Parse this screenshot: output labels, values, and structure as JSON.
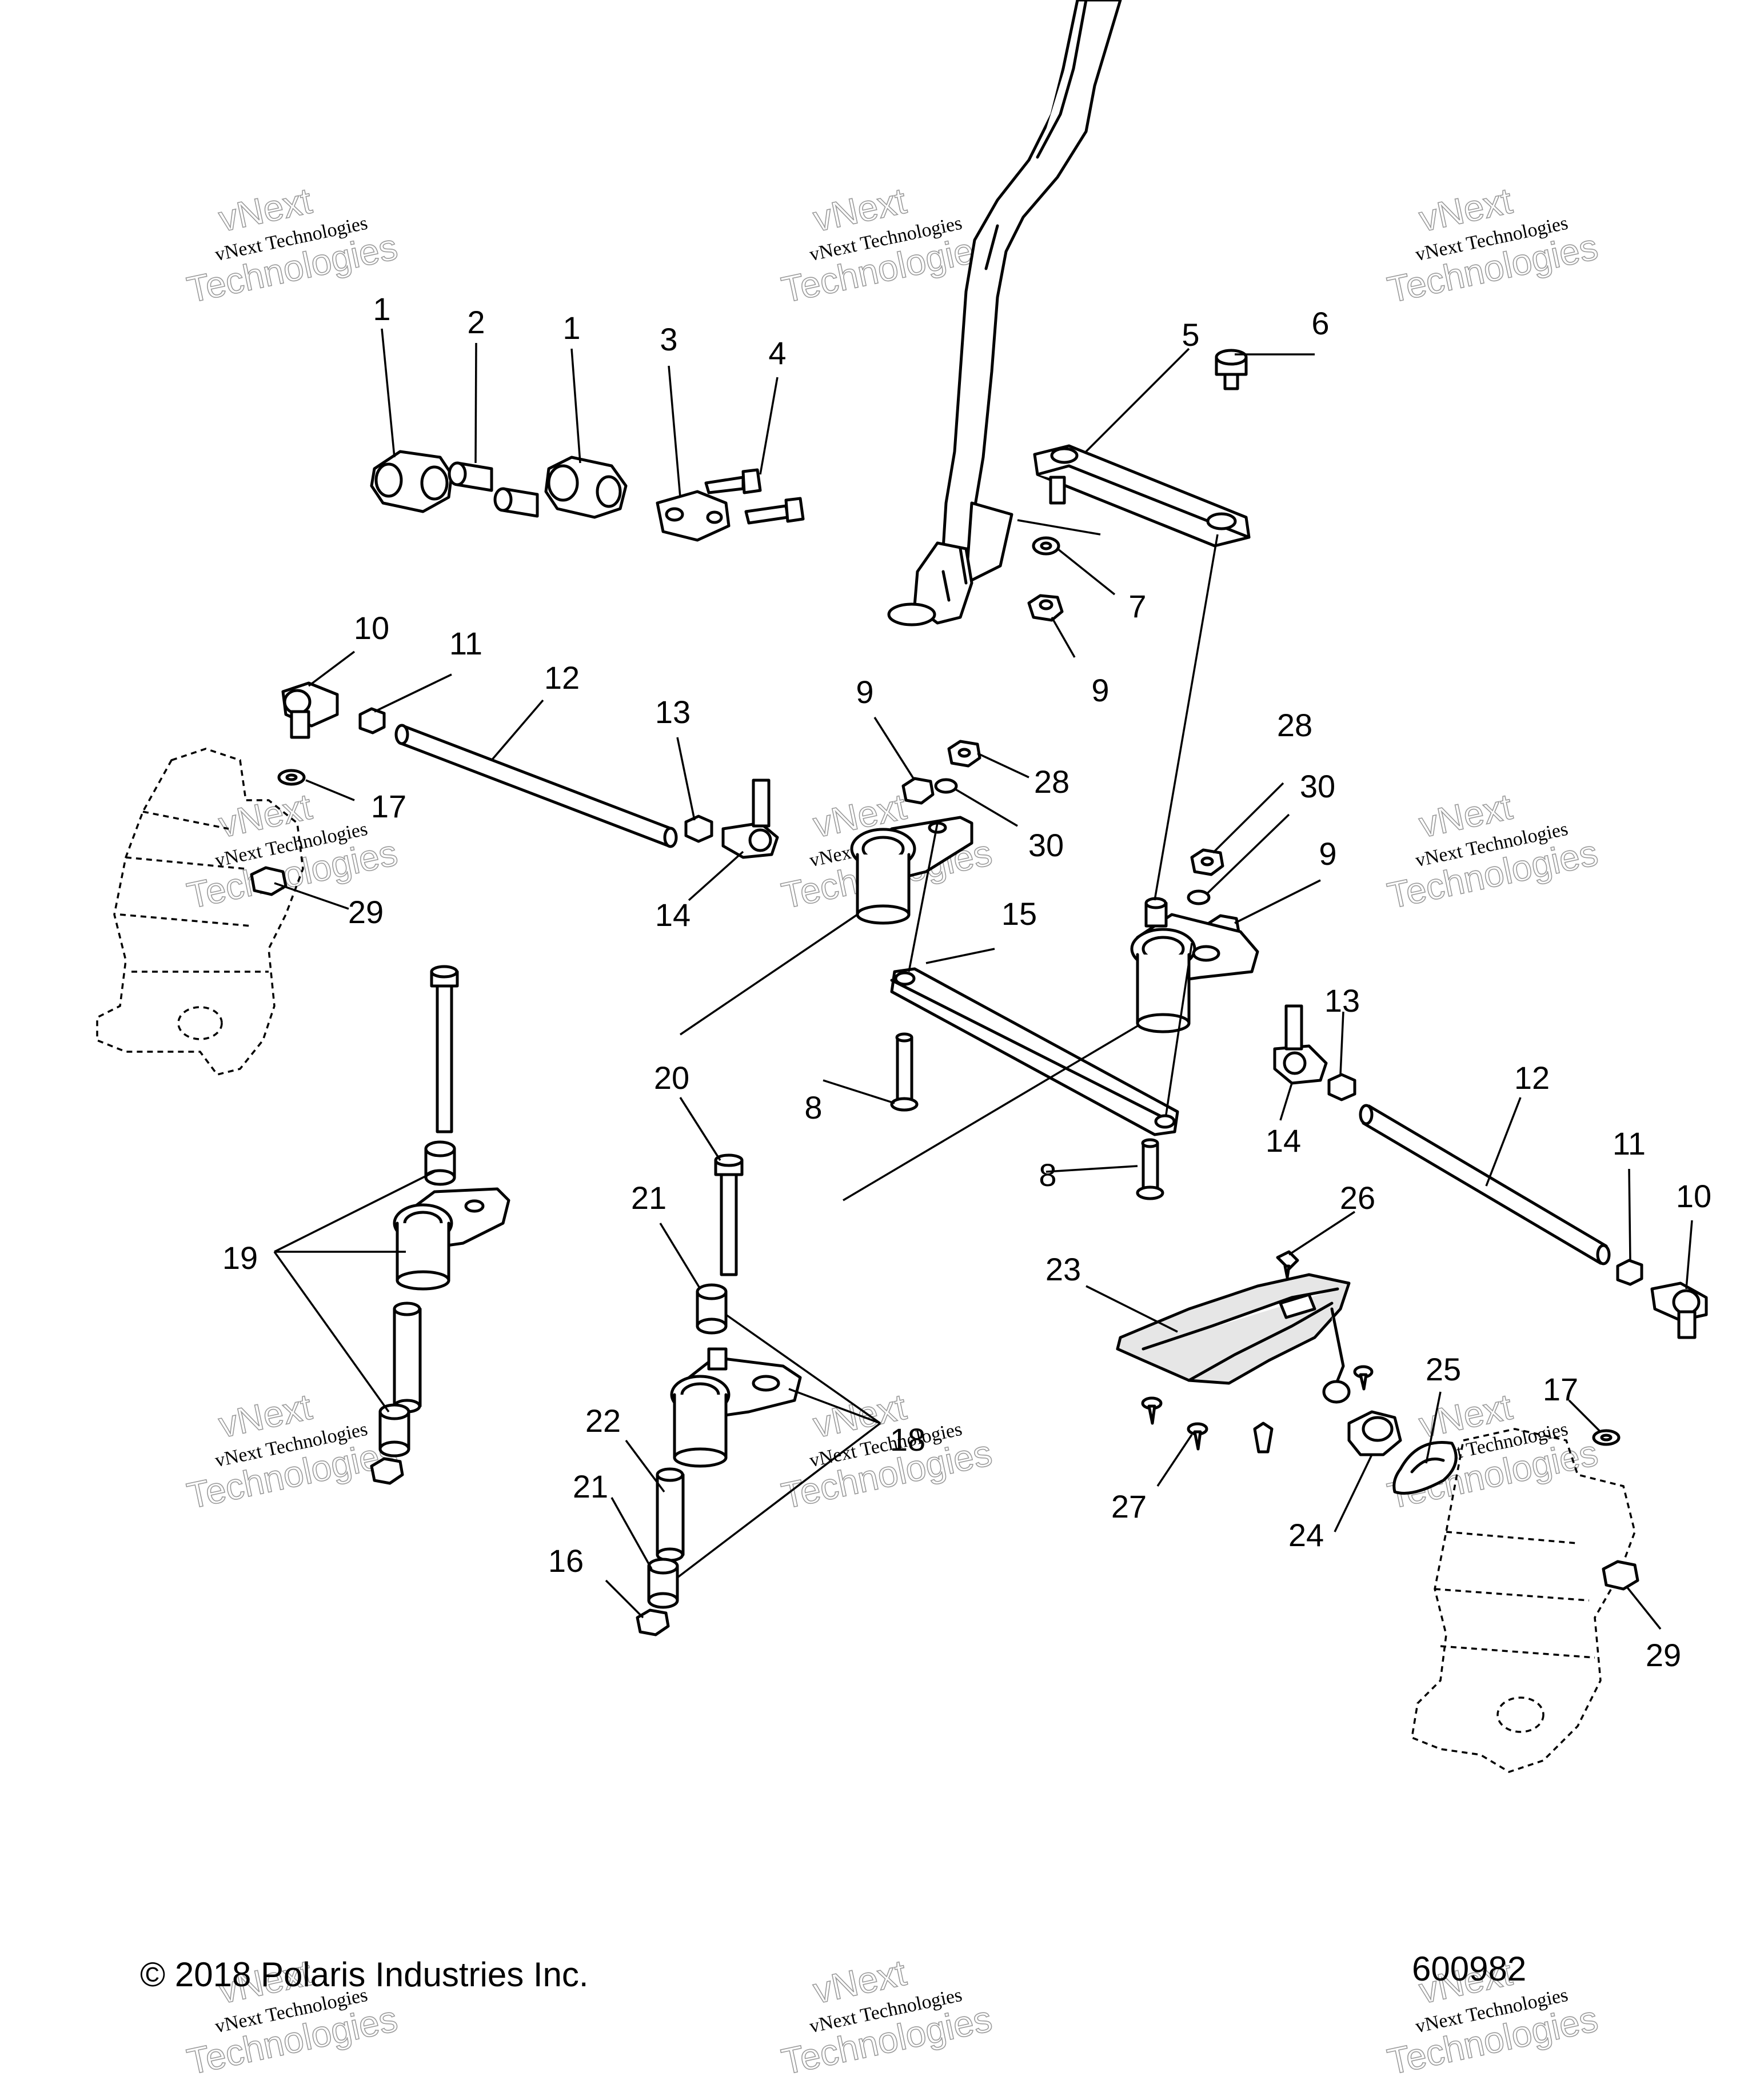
{
  "diagram": {
    "copyright": "© 2018 Polaris Industries Inc.",
    "figure_number": "600982",
    "watermark": {
      "line1": "vNext Technologies",
      "brand": "vNext",
      "word": "Technologies"
    },
    "callouts": {
      "c1a": "1",
      "c2": "2",
      "c1b": "1",
      "c3": "3",
      "c4": "4",
      "c5": "5",
      "c6": "6",
      "c7": "7",
      "c9a": "9",
      "c10a": "10",
      "c11a": "11",
      "c12a": "12",
      "c13a": "13",
      "c14a": "14",
      "c17a": "17",
      "c29a": "29",
      "c9b": "9",
      "c28a": "28",
      "c30a": "30",
      "c28b": "28",
      "c30b": "30",
      "c9c": "9",
      "c15": "15",
      "c8a": "8",
      "c8b": "8",
      "c13b": "13",
      "c14b": "14",
      "c12b": "12",
      "c11b": "11",
      "c10b": "10",
      "c19": "19",
      "c20": "20",
      "c21a": "21",
      "c18": "18",
      "c22": "22",
      "c21b": "21",
      "c16": "16",
      "c23": "23",
      "c26": "26",
      "c25": "25",
      "c17b": "17",
      "c27": "27",
      "c24": "24",
      "c29b": "29"
    }
  }
}
